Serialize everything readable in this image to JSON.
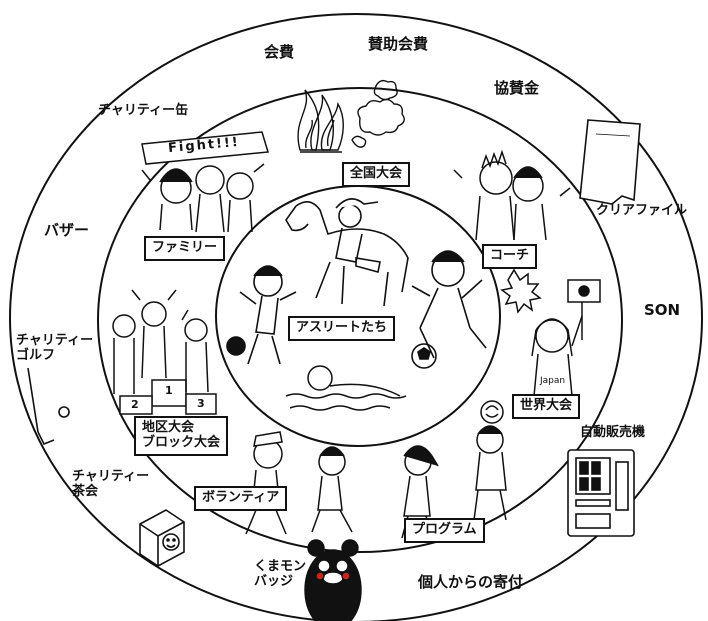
{
  "diagram": {
    "outer_ring_items": {
      "membership_fee": "会費",
      "support_fee": "賛助会費",
      "sponsorship": "協賛金",
      "charity_can": "チャリティー缶",
      "bazaar": "バザー",
      "clear_file": "クリアファイル",
      "son": "SON",
      "charity_golf": "チャリティー\nゴルフ",
      "vending_machine": "自動販売機",
      "charity_tea": "チャリティー\n茶会",
      "kumamon_badge": "くまモン\nバッジ",
      "individual_donation": "個人からの寄付"
    },
    "middle_ring_items": {
      "family": "ファミリー",
      "coach": "コーチ",
      "regional_block": "地区大会\nブロック大会",
      "world_games": "世界大会",
      "volunteer": "ボランティア",
      "program": "プログラム",
      "national_games": "全国大会"
    },
    "center": {
      "athletes": "アスリートたち"
    },
    "drawing_text": {
      "banner": "Fight!!!",
      "japan_shirt": "Japan",
      "podium_1": "1",
      "podium_2": "2",
      "podium_3": "3"
    }
  }
}
